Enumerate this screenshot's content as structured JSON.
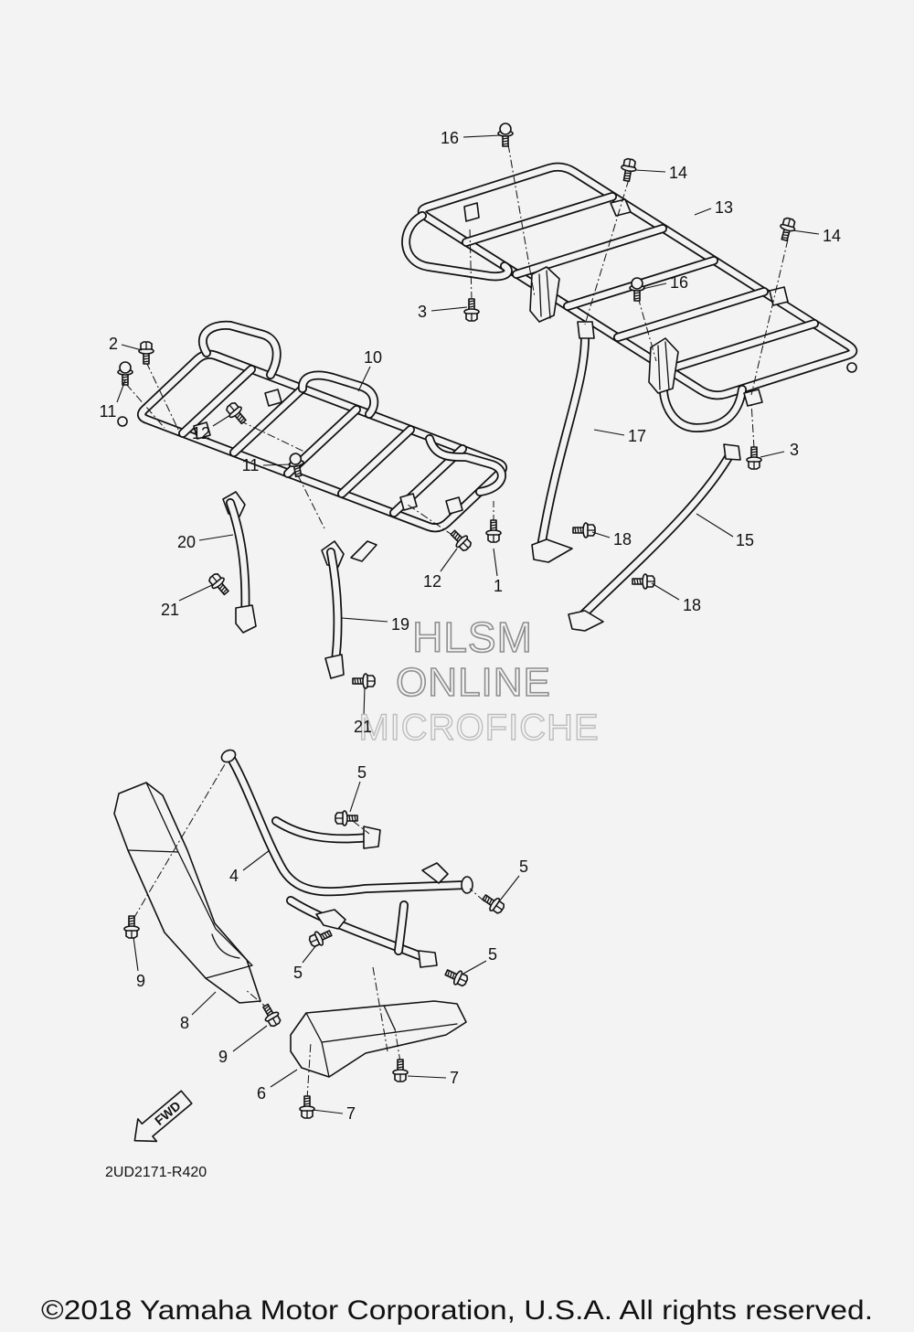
{
  "diagram": {
    "callouts": [
      "16",
      "14",
      "13",
      "14",
      "16",
      "3",
      "2",
      "11",
      "10",
      "12",
      "11",
      "17",
      "3",
      "20",
      "12",
      "1",
      "18",
      "15",
      "21",
      "18",
      "19",
      "21",
      "5",
      "4",
      "5",
      "9",
      "5",
      "5",
      "8",
      "9",
      "7",
      "6",
      "7"
    ],
    "fwd_label": "FWD",
    "figure_code": "2UD2171-R420"
  },
  "watermark": {
    "line1": "HLSM",
    "line2": "ONLINE",
    "line3": "MICROFICHE"
  },
  "footer": {
    "copyright": "©2018 Yamaha Motor Corporation, U.S.A. All rights reserved."
  },
  "colors": {
    "background": "#f3f3f3",
    "line": "#111111",
    "watermark": "#8e8e8e"
  }
}
